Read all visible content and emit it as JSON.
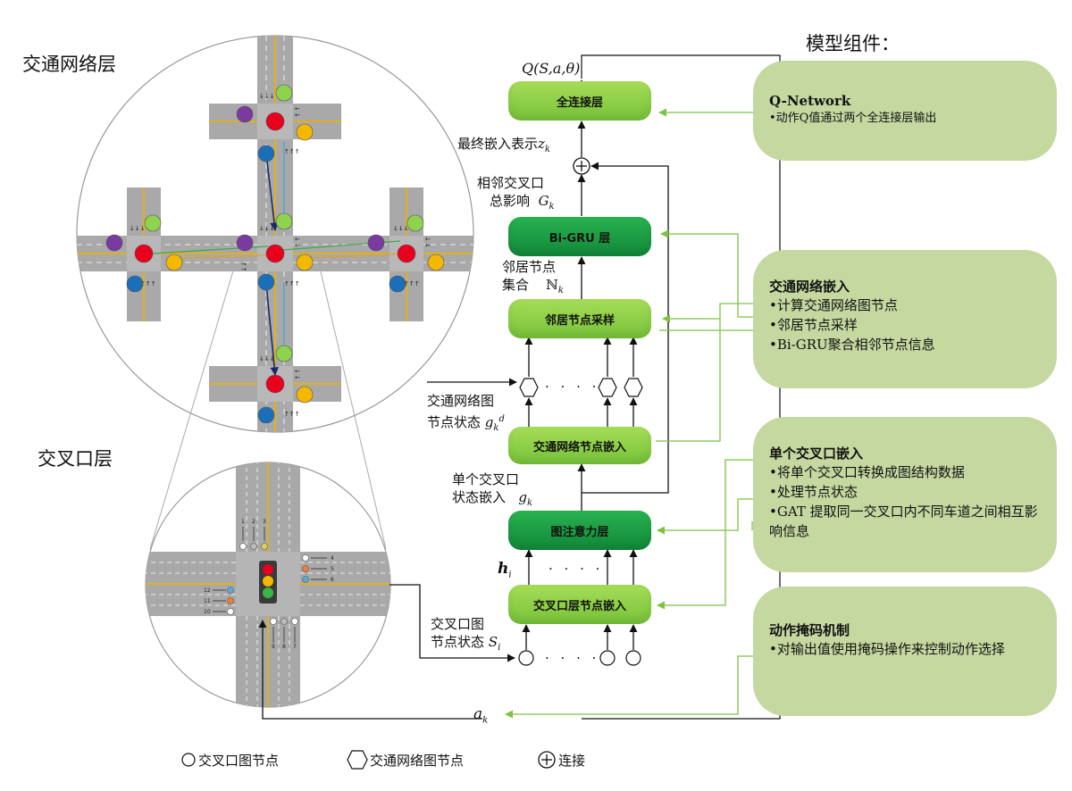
{
  "left": {
    "network_layer_title": "交通网络层",
    "intersection_layer_title": "交叉口层",
    "lane_numbers": [
      "1",
      "2",
      "3",
      "4",
      "5",
      "6",
      "7",
      "8",
      "9",
      "10",
      "11",
      "12"
    ]
  },
  "model": {
    "header": "模型组件：",
    "q_output": "Q(S,a,θ)",
    "blocks": {
      "fc": "全连接层",
      "bigru": "Bi-GRU 层",
      "sampling": "邻居节点采样",
      "network_embed": "交通网络节点嵌入",
      "gat": "图注意力层",
      "intersection_embed": "交叉口层节点嵌入"
    },
    "labels": {
      "final_embed": "最终嵌入表示",
      "final_sym": "z",
      "final_sub": "k",
      "neighbor_infl_1": "相邻交叉口",
      "neighbor_infl_2": "总影响",
      "neighbor_infl_sym": "G",
      "neighbor_infl_sub": "k",
      "neighbor_set_1": "邻居节点",
      "neighbor_set_2": "集合",
      "neighbor_set_sym": "ℕ",
      "neighbor_set_sub": "k",
      "net_state_1": "交通网络图",
      "net_state_2": "节点状态",
      "net_state_sym": "g",
      "net_state_sub": "k",
      "net_state_sup": "d",
      "single_state_1": "单个交叉口",
      "single_state_2": "状态嵌入",
      "single_state_sym": "g",
      "single_state_sub": "k",
      "h_sym": "h",
      "h_sub": "i",
      "inter_state_1": "交叉口图",
      "inter_state_2": "节点状态",
      "inter_state_sym": "S",
      "inter_state_sub": "i",
      "action_sym": "a",
      "action_sub": "k",
      "dots": "· · · ·"
    }
  },
  "components": [
    {
      "title": "Q-Network",
      "items": [
        "•动作Q值通过两个全连接层输出"
      ]
    },
    {
      "title": "交通网络嵌入",
      "items": [
        "•计算交通网络图节点",
        "•邻居节点采样",
        "•Bi-GRU聚合相邻节点信息"
      ]
    },
    {
      "title": "单个交叉口嵌入",
      "items": [
        "•将单个交叉口转换成图结构数据",
        "•处理节点状态",
        "•GAT 提取同一交叉口内不同车道之间相互影响信息"
      ]
    },
    {
      "title": "动作掩码机制",
      "items": [
        "•对输出值使用掩码操作来控制动作选择"
      ]
    }
  ],
  "legend": {
    "circle": "交叉口图节点",
    "hexagon": "交通网络图节点",
    "plus": "连接"
  },
  "colors": {
    "light_green": "#8fd14f",
    "dark_green": "#1f9e45",
    "component_bg": "#c4d8a0",
    "arrow_green": "#7cc243",
    "signal_red": "#e8001c",
    "signal_yellow": "#f5b800",
    "signal_green": "#8ed34e",
    "node_purple": "#7a3aa0",
    "node_blue": "#1b6fb8",
    "road_gray": "#a9a9a9",
    "lane_yellow": "#e0b020"
  }
}
